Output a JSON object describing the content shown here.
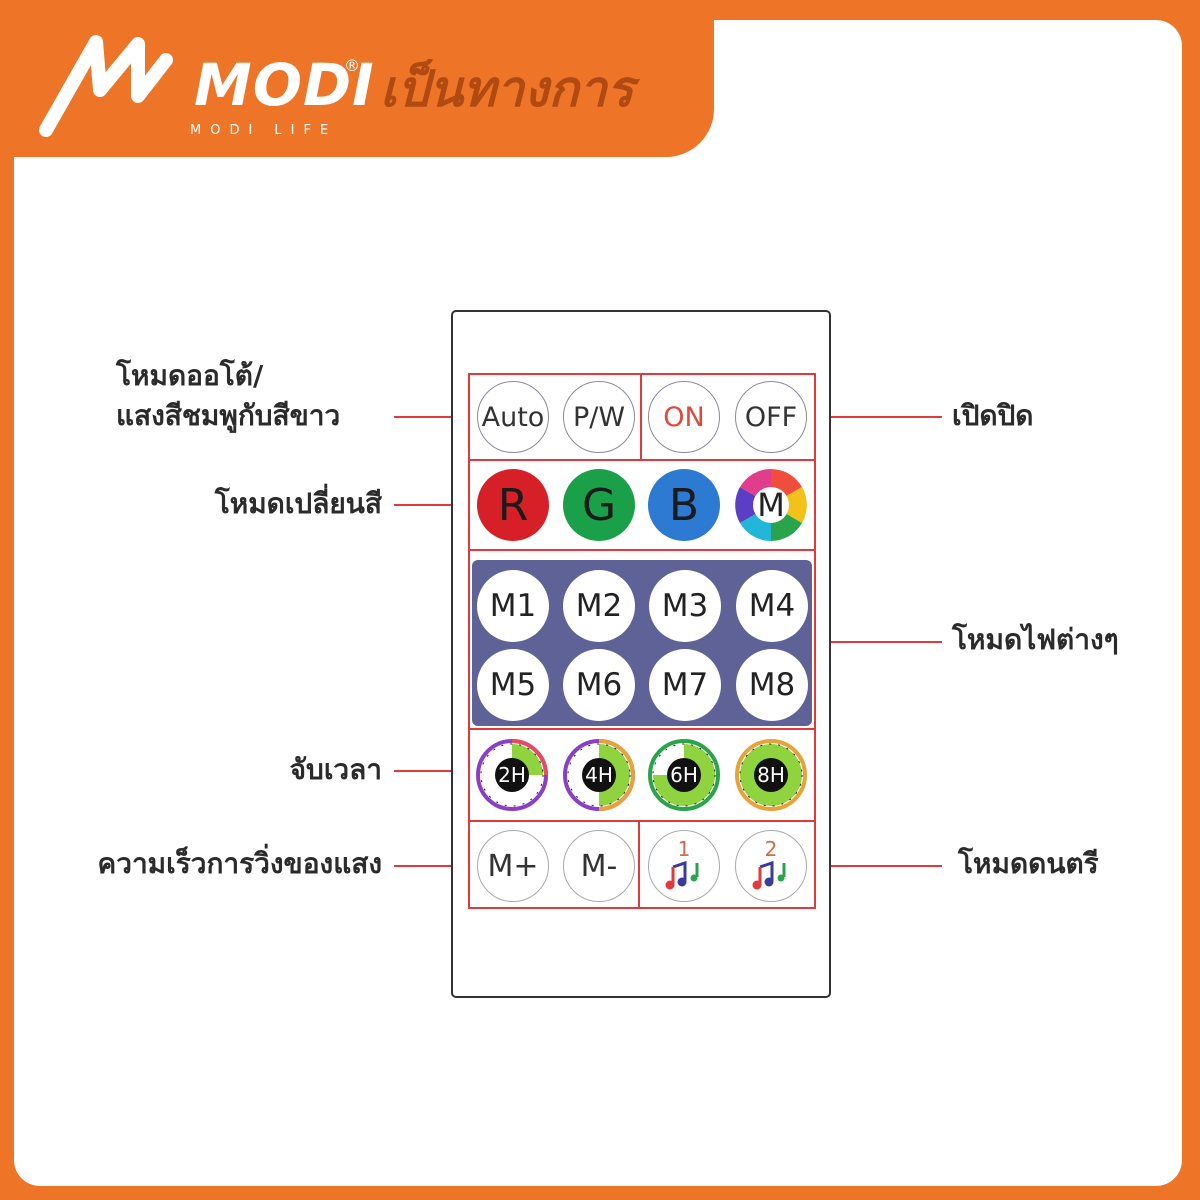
{
  "header": {
    "brand": "MODI",
    "registered": "®",
    "brand_sub": "MODI LIFE",
    "tagline": "เป็นทางการ"
  },
  "labels": {
    "auto_mode_line1": "โหมดออโต้/",
    "auto_mode_line2": "แสงสีชมพูกับสีขาว",
    "color_mode": "โหมดเปลี่ยนสี",
    "timer": "จับเวลา",
    "speed": "ความเร็วการวิ่งของแสง",
    "power": "เปิดปิด",
    "light_modes": "โหมดไฟต่างๆ",
    "music_mode": "โหมดดนตรี"
  },
  "remote": {
    "row1": [
      "Auto",
      "P/W",
      "ON",
      "OFF"
    ],
    "colors": [
      "R",
      "G",
      "B",
      "M"
    ],
    "modes": [
      "M1",
      "M2",
      "M3",
      "M4",
      "M5",
      "M6",
      "M7",
      "M8"
    ],
    "timers": [
      "2H",
      "4H",
      "6H",
      "8H"
    ],
    "speed": [
      "M+",
      "M-"
    ],
    "music": [
      "1",
      "2"
    ]
  },
  "colors": {
    "accent": "#ee7528",
    "box_red": "#e23a3a",
    "red": "#d61f26",
    "green": "#1aa049",
    "blue": "#2c7ad2",
    "panel": "#5e6297"
  }
}
